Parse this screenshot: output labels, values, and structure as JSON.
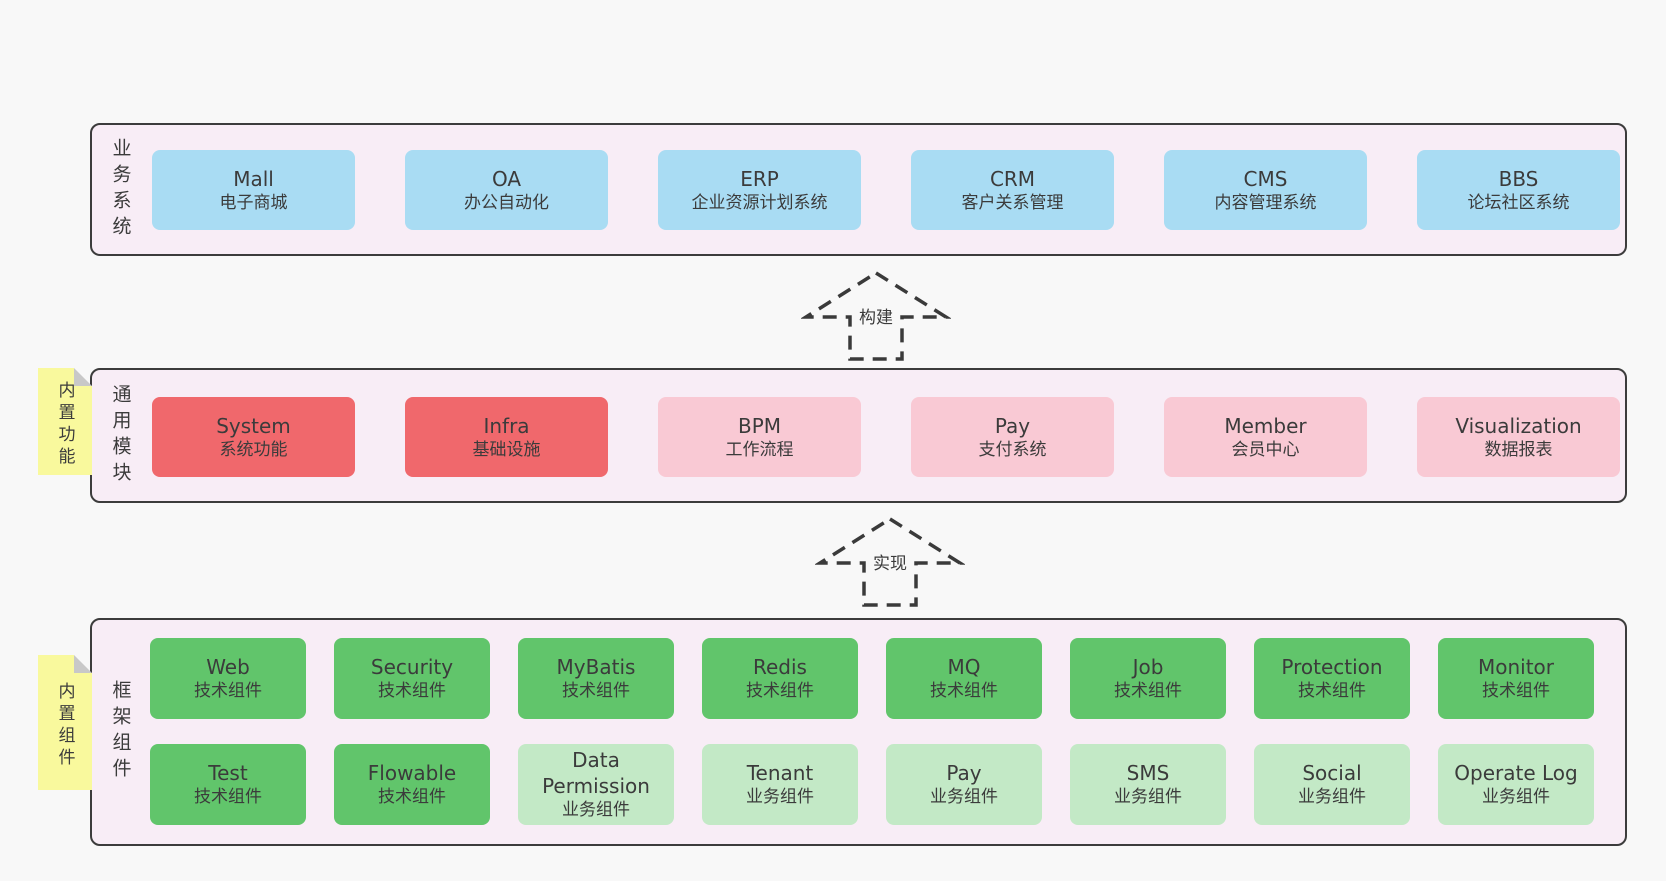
{
  "diagram": {
    "arrows": [
      {
        "label": "构建"
      },
      {
        "label": "实现"
      }
    ],
    "layers": [
      {
        "name": "business-systems",
        "vertical_label": "业务系统",
        "boxes": [
          {
            "en": "Mall",
            "zh": "电子商城",
            "variant": "blue"
          },
          {
            "en": "OA",
            "zh": "办公自动化",
            "variant": "blue"
          },
          {
            "en": "ERP",
            "zh": "企业资源计划系统",
            "variant": "blue"
          },
          {
            "en": "CRM",
            "zh": "客户关系管理",
            "variant": "blue"
          },
          {
            "en": "CMS",
            "zh": "内容管理系统",
            "variant": "blue"
          },
          {
            "en": "BBS",
            "zh": "论坛社区系统",
            "variant": "blue"
          }
        ]
      },
      {
        "name": "common-modules",
        "vertical_label": "通用模块",
        "sticky_note": "内置功能",
        "boxes": [
          {
            "en": "System",
            "zh": "系统功能",
            "variant": "red"
          },
          {
            "en": "Infra",
            "zh": "基础设施",
            "variant": "red"
          },
          {
            "en": "BPM",
            "zh": "工作流程",
            "variant": "pink"
          },
          {
            "en": "Pay",
            "zh": "支付系统",
            "variant": "pink"
          },
          {
            "en": "Member",
            "zh": "会员中心",
            "variant": "pink"
          },
          {
            "en": "Visualization",
            "zh": "数据报表",
            "variant": "pink"
          }
        ]
      },
      {
        "name": "framework-components",
        "vertical_label": "框架组件",
        "sticky_note": "内置组件",
        "rows": [
          [
            {
              "en": "Web",
              "zh": "技术组件",
              "variant": "green"
            },
            {
              "en": "Security",
              "zh": "技术组件",
              "variant": "green"
            },
            {
              "en": "MyBatis",
              "zh": "技术组件",
              "variant": "green"
            },
            {
              "en": "Redis",
              "zh": "技术组件",
              "variant": "green"
            },
            {
              "en": "MQ",
              "zh": "技术组件",
              "variant": "green"
            },
            {
              "en": "Job",
              "zh": "技术组件",
              "variant": "green"
            },
            {
              "en": "Protection",
              "zh": "技术组件",
              "variant": "green"
            },
            {
              "en": "Monitor",
              "zh": "技术组件",
              "variant": "green"
            }
          ],
          [
            {
              "en": "Test",
              "zh": "技术组件",
              "variant": "green"
            },
            {
              "en": "Flowable",
              "zh": "技术组件",
              "variant": "green"
            },
            {
              "en": "Data Permission",
              "zh": "业务组件",
              "variant": "green-light"
            },
            {
              "en": "Tenant",
              "zh": "业务组件",
              "variant": "green-light"
            },
            {
              "en": "Pay",
              "zh": "业务组件",
              "variant": "green-light"
            },
            {
              "en": "SMS",
              "zh": "业务组件",
              "variant": "green-light"
            },
            {
              "en": "Social",
              "zh": "业务组件",
              "variant": "green-light"
            },
            {
              "en": "Operate Log",
              "zh": "业务组件",
              "variant": "green-light"
            }
          ]
        ]
      }
    ]
  },
  "colors": {
    "page_bg": "#f8f8f8",
    "panel_bg": "#f8edf6",
    "border": "#3c3c3c",
    "blue": "#a9dcf3",
    "red": "#f0686c",
    "pink": "#f9c9d4",
    "green": "#61c56b",
    "green_light": "#c3e9c6",
    "sticky_yellow": "#f9f99d",
    "sticky_fold": "#c8c8c8",
    "text": "#3b3b3b"
  }
}
